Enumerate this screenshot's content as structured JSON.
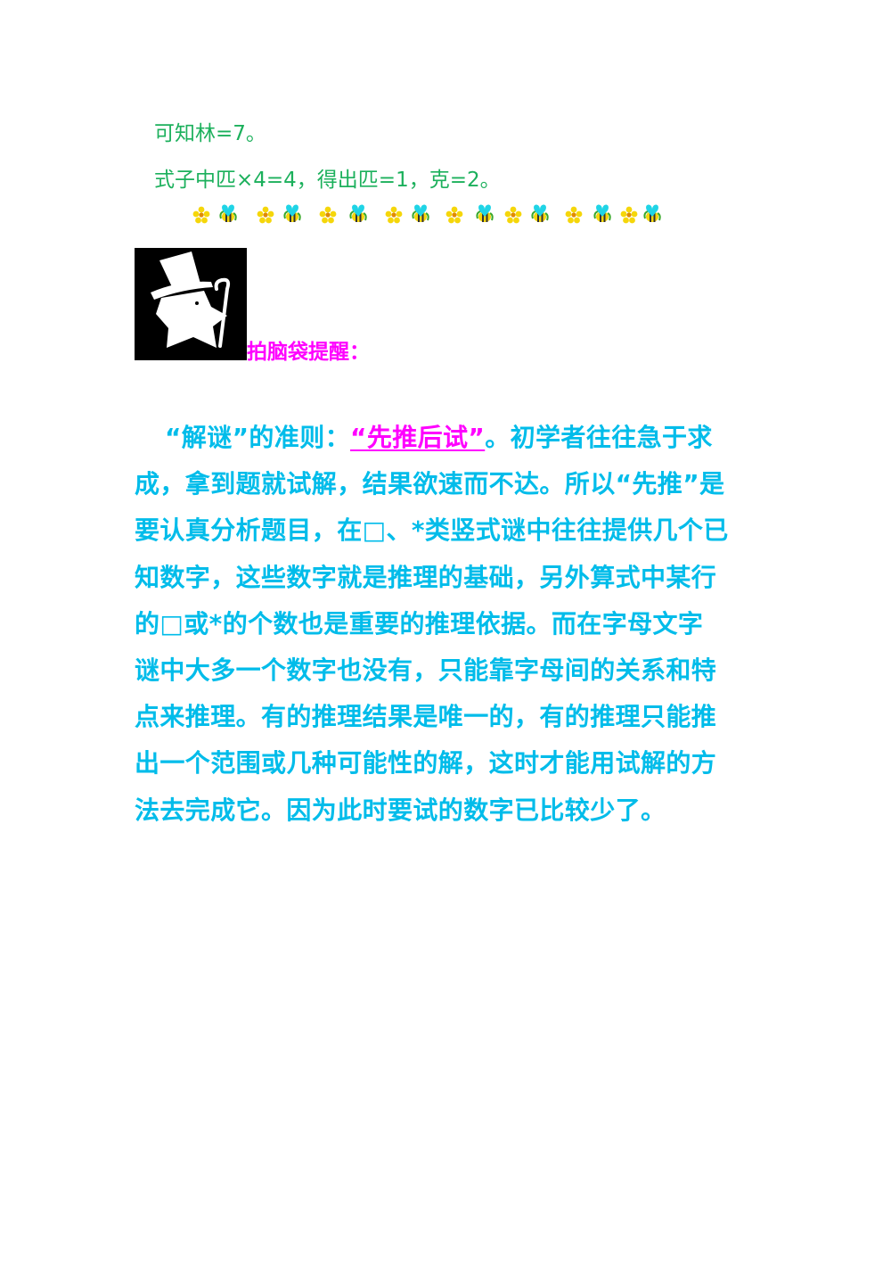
{
  "text": {
    "line1": "可知林=7。",
    "line2": "式子中匹×4=4，得出匹=1，克=2。",
    "reminder_label": "拍脑袋提醒：",
    "para": {
      "l1_a": "“解谜”的准则：",
      "l1_b": "“先推后试”",
      "l1_c": "。初学者往往急于求",
      "l2": "成，拿到题就试解，结果欲速而不达。所以“先推”是",
      "l3": "要认真分析题目，在□、*类竖式谜中往往提供几个已",
      "l4": "知数字，这些数字就是推理的基础，另外算式中某行",
      "l5": "的□或*的个数也是重要的推理依据。而在字母文字",
      "l6": "谜中大多一个数字也没有，只能靠字母间的关系和特",
      "l7": "点来推理。有的推理结果是唯一的，有的推理只能推",
      "l8": "出一个范围或几种可能性的解，这时才能用试解的方",
      "l9": "法去完成它。因为此时要试的数字已比较少了。"
    }
  },
  "colors": {
    "green_text": "#1cb05c",
    "cyan_text": "#00bcea",
    "magenta_text": "#ff00ff",
    "deco_yellow": "#f5d60a",
    "deco_cyan": "#1fd4e6",
    "deco_green": "#39a82a"
  },
  "icons": {
    "decoration": "flower-bee-border",
    "mascot": "top-hat-star-gentleman-icon"
  }
}
